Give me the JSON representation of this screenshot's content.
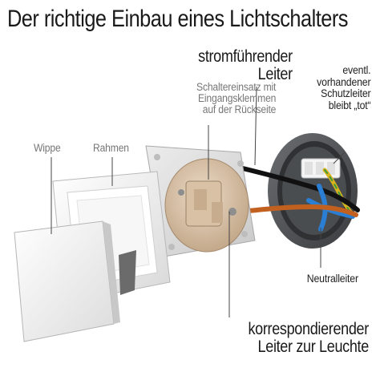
{
  "title": "Der richtige Einbau eines Lichtschalters",
  "labels": {
    "stromfuehrender": [
      "stromführender",
      "Leiter"
    ],
    "schaltereinsatz": [
      "Schaltereinsatz mit",
      "Eingangsklemmen",
      "auf der Rückseite"
    ],
    "schutzleiter": [
      "eventl.",
      "vorhandener",
      "Schutzleiter",
      "bleibt „tot“"
    ],
    "wippe": "Wippe",
    "rahmen": "Rahmen",
    "neutralleiter": "Neutralleiter",
    "korrespondierender": [
      "korrespondierender",
      "Leiter zur Leuchte"
    ]
  },
  "colors": {
    "wire_live": "#111111",
    "wire_neutral": "#2a7fd4",
    "wire_switched": "#c2611f",
    "wire_earth": "#d9b21c",
    "box": "#4a4d50",
    "insert_body": "#d9c3aa",
    "frame": "#f2f2f2"
  }
}
